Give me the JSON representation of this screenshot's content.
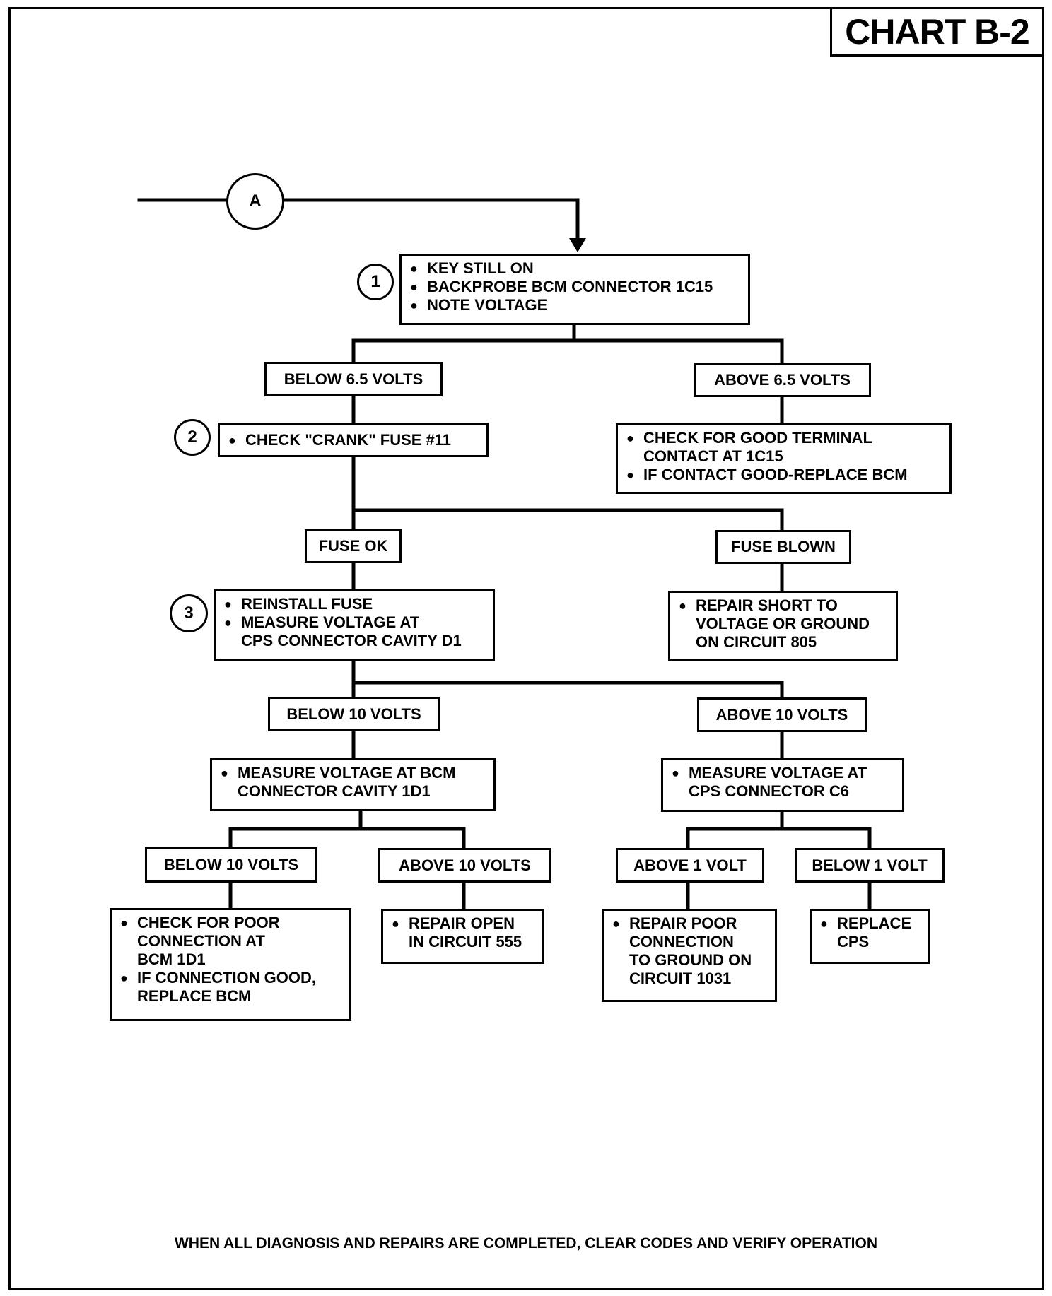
{
  "chart_title": "CHART B-2",
  "connector_label": "A",
  "steps": {
    "s1": {
      "number": "1",
      "lines": [
        "KEY STILL ON",
        "BACKPROBE BCM CONNECTOR 1C15",
        "NOTE VOLTAGE"
      ]
    },
    "s2": {
      "number": "2",
      "lines": [
        "CHECK \"CRANK\" FUSE #11"
      ]
    },
    "s3": {
      "number": "3",
      "lines": [
        "REINSTALL FUSE",
        "MEASURE VOLTAGE AT\nCPS CONNECTOR CAVITY D1"
      ]
    }
  },
  "branches": {
    "b1_below": "BELOW 6.5 VOLTS",
    "b1_above": "ABOVE 6.5 VOLTS",
    "b2_ok": "FUSE OK",
    "b2_blown": "FUSE BLOWN",
    "b3_below": "BELOW 10 VOLTS",
    "b3_above": "ABOVE 10 VOLTS",
    "b4_below": "BELOW 10 VOLTS",
    "b4_above": "ABOVE 10 VOLTS",
    "b5_above": "ABOVE 1 VOLT",
    "b5_below": "BELOW 1 VOLT"
  },
  "actions": {
    "good_terminal": [
      "CHECK FOR GOOD TERMINAL\nCONTACT AT 1C15",
      "IF CONTACT GOOD-REPLACE BCM"
    ],
    "repair_short": [
      "REPAIR SHORT TO\nVOLTAGE OR GROUND\nON CIRCUIT 805"
    ],
    "measure_bcm": [
      "MEASURE VOLTAGE AT BCM\nCONNECTOR CAVITY 1D1"
    ],
    "measure_cps": [
      "MEASURE VOLTAGE AT\nCPS CONNECTOR C6"
    ],
    "poor_connection": [
      "CHECK FOR POOR\nCONNECTION AT\nBCM 1D1",
      "IF CONNECTION GOOD,\nREPLACE BCM"
    ],
    "repair_open": [
      "REPAIR OPEN\nIN CIRCUIT 555"
    ],
    "repair_ground": [
      "REPAIR POOR\nCONNECTION\nTO GROUND ON\nCIRCUIT 1031"
    ],
    "replace_cps": [
      "REPLACE\nCPS"
    ]
  },
  "footer": "WHEN ALL DIAGNOSIS AND REPAIRS ARE COMPLETED, CLEAR CODES AND VERIFY OPERATION"
}
